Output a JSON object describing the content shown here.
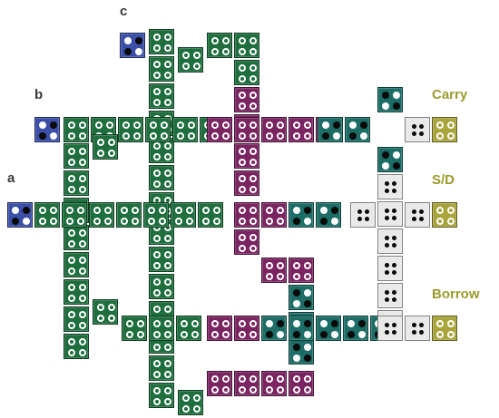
{
  "colors": {
    "green": "#1f6e3e",
    "purple": "#7a2462",
    "teal": "#1d6d67",
    "blue": "#3b4fa8",
    "silver": "#e9e9ea",
    "olive": "#a9a43c"
  },
  "labels": {
    "input_a": "a",
    "input_b": "b",
    "input_c": "c",
    "output_carry": "Carry",
    "output_sd": "S/D",
    "output_borrow": "Borrow"
  }
}
